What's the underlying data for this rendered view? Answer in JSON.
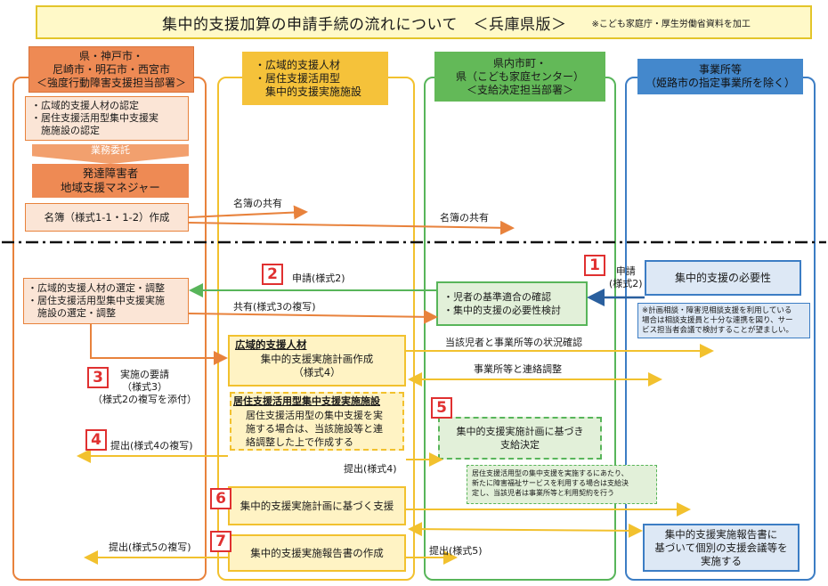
{
  "title": "集中的支援加算の申請手続の流れについて　＜兵庫県版＞",
  "title_note": "※こども家庭庁・厚生労働省資料を加工",
  "lanes": {
    "prefecture": "県・神戸市・\n尼崎市・明石市・西宮市\n＜強度行動障害支援担当部署＞",
    "staff": "・広域的支援人材\n・居住支援活用型\n　集中的支援実施施設",
    "municipality": "県内市町・\n県（こども家庭センター）\n＜支給決定担当部署＞",
    "office": "事業所等\n（姫路市の指定事業所を除く）"
  },
  "boxes": {
    "certify": "・広域的支援人材の認定\n・居住支援活用型集中支援実\n　施施設の認定",
    "outsource": "業務委託",
    "manager": "発達障害者\n地域支援マネジャー",
    "roster": "名簿（様式1-1・1-2）作成",
    "select": "・広域的支援人材の選定・調整\n・居住支援活用型集中支援実施\n　施設の選定・調整",
    "check": "・児者の基準適合の確認\n・集中的支援の必要性検討",
    "need": "集中的支援の必要性",
    "need_note": "※計画相談・障害児相談支援を利用している\n場合は相談支援員と十分な連携を図り、サー\nビス担当者会議で検討することが望ましい。",
    "plan_title": "広域的支援人材",
    "plan_body": "集中的支援実施計画作成\n（様式4）",
    "facility_title": "居住支援活用型集中支援実施施設",
    "facility_body": "居住支援活用型の集中支援を実\n施する場合は、当該施設等と連\n絡調整した上で作成する",
    "decision": "集中的支援実施計画に基づき\n支給決定",
    "decision_note": "居住支援活用型の集中支援を実施するにあたり、\n新たに障害福祉サービスを利用する場合は支給決\n定し、当該児者は事業所等と利用契約を行う",
    "support": "集中的支援実施計画に基づく支援",
    "report": "集中的支援実施報告書の作成",
    "meeting": "集中的支援実施報告書に\n基づいて個別の支援会議等を\n実施する"
  },
  "labels": {
    "share1": "名簿の共有",
    "share2": "名簿の共有",
    "apply": "申請(様式2)",
    "apply_right": "申請\n(様式2)",
    "share3": "共有(様式3の複写)",
    "confirm": "当該児者と事業所等の状況確認",
    "coordinate": "事業所等と連絡調整",
    "request": "実施の要請\n（様式3）\n（様式2の複写を添付）",
    "submit4copy": "提出(様式4の複写)",
    "submit4": "提出(様式4)",
    "submit5copy": "提出(様式5の複写)",
    "submit5": "提出(様式5)"
  },
  "steps": [
    "1",
    "2",
    "3",
    "4",
    "5",
    "6",
    "7"
  ],
  "colors": {
    "orange": "#e8823c",
    "orange_fill": "#fbe5d6",
    "yellow": "#f2c12e",
    "yellow_fill": "#fff3c4",
    "green": "#58b55a",
    "green_fill": "#e2f0d9",
    "blue": "#3c7dc4",
    "blue_fill": "#dde8f5",
    "red": "#e03030"
  }
}
